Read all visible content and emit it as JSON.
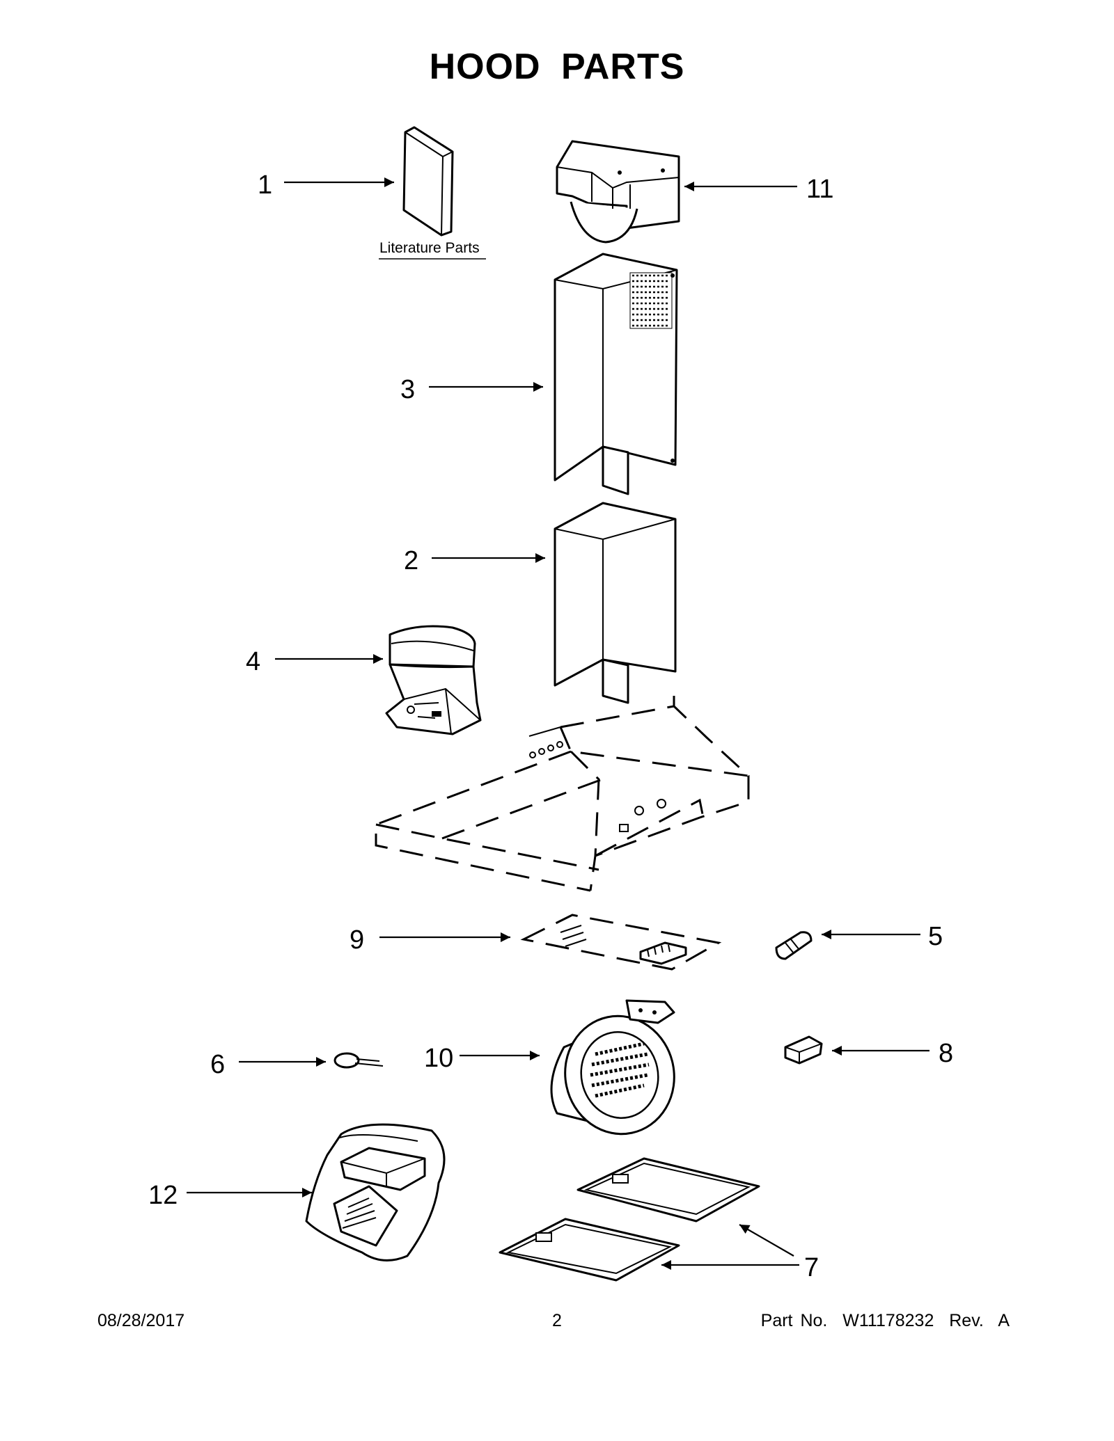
{
  "title": "HOOD PARTS",
  "literature_label": "Literature Parts",
  "callouts": {
    "c1": "1",
    "c2": "2",
    "c3": "3",
    "c4": "4",
    "c5": "5",
    "c6": "6",
    "c7": "7",
    "c8": "8",
    "c9": "9",
    "c10": "10",
    "c11": "11",
    "c12": "12"
  },
  "footer": {
    "date": "08/28/2017",
    "page": "2",
    "part_no": "Part No.  W11178232  Rev.  A"
  }
}
